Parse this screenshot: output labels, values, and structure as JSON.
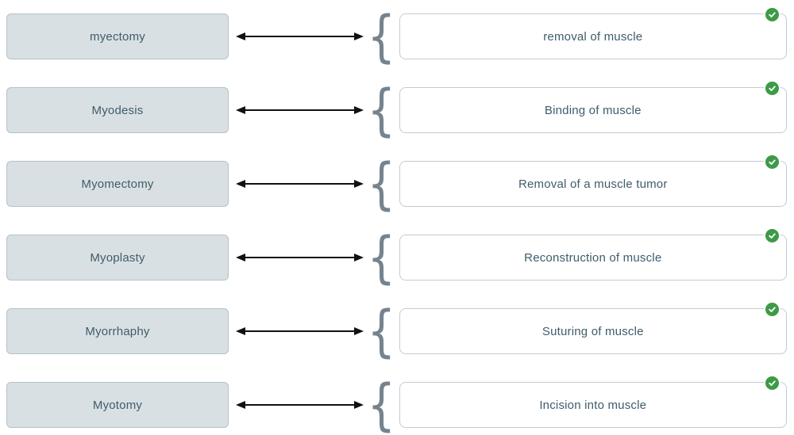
{
  "exercise": {
    "type": "matching",
    "rows": [
      {
        "term": "myectomy",
        "definition": "removal of muscle",
        "status": "correct"
      },
      {
        "term": "Myodesis",
        "definition": "Binding of muscle",
        "status": "correct"
      },
      {
        "term": "Myomectomy",
        "definition": "Removal of a muscle tumor",
        "status": "correct"
      },
      {
        "term": "Myoplasty",
        "definition": "Reconstruction of muscle",
        "status": "correct"
      },
      {
        "term": "Myorrhaphy",
        "definition": "Suturing of muscle",
        "status": "correct"
      },
      {
        "term": "Myotomy",
        "definition": "Incision into muscle",
        "status": "correct"
      }
    ],
    "brace_glyph": "{",
    "icons": {
      "connector": "double-headed-arrow-icon",
      "status_badge": "check-circle-icon"
    },
    "colors": {
      "term_fill": "#d9e0e3",
      "term_border": "#b6c1c6",
      "definition_border": "#c3ccd1",
      "text": "#3f5c6b",
      "brace": "#76838f",
      "badge_green": "#3d9a47",
      "arrow": "#111111"
    }
  }
}
